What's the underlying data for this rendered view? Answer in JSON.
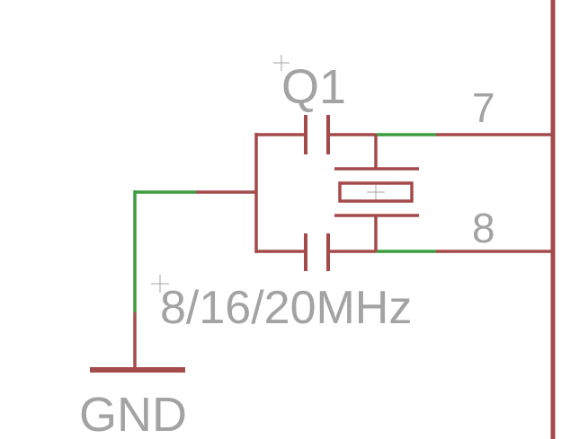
{
  "schematic": {
    "part_name": "Q1",
    "part_value": "8/16/20MHz",
    "pin_labels": [
      "7",
      "8"
    ],
    "ground_label": "GND"
  },
  "colors": {
    "net": "#a54a4a",
    "wire": "#3d9b3d",
    "text": "#a3a3a3"
  }
}
